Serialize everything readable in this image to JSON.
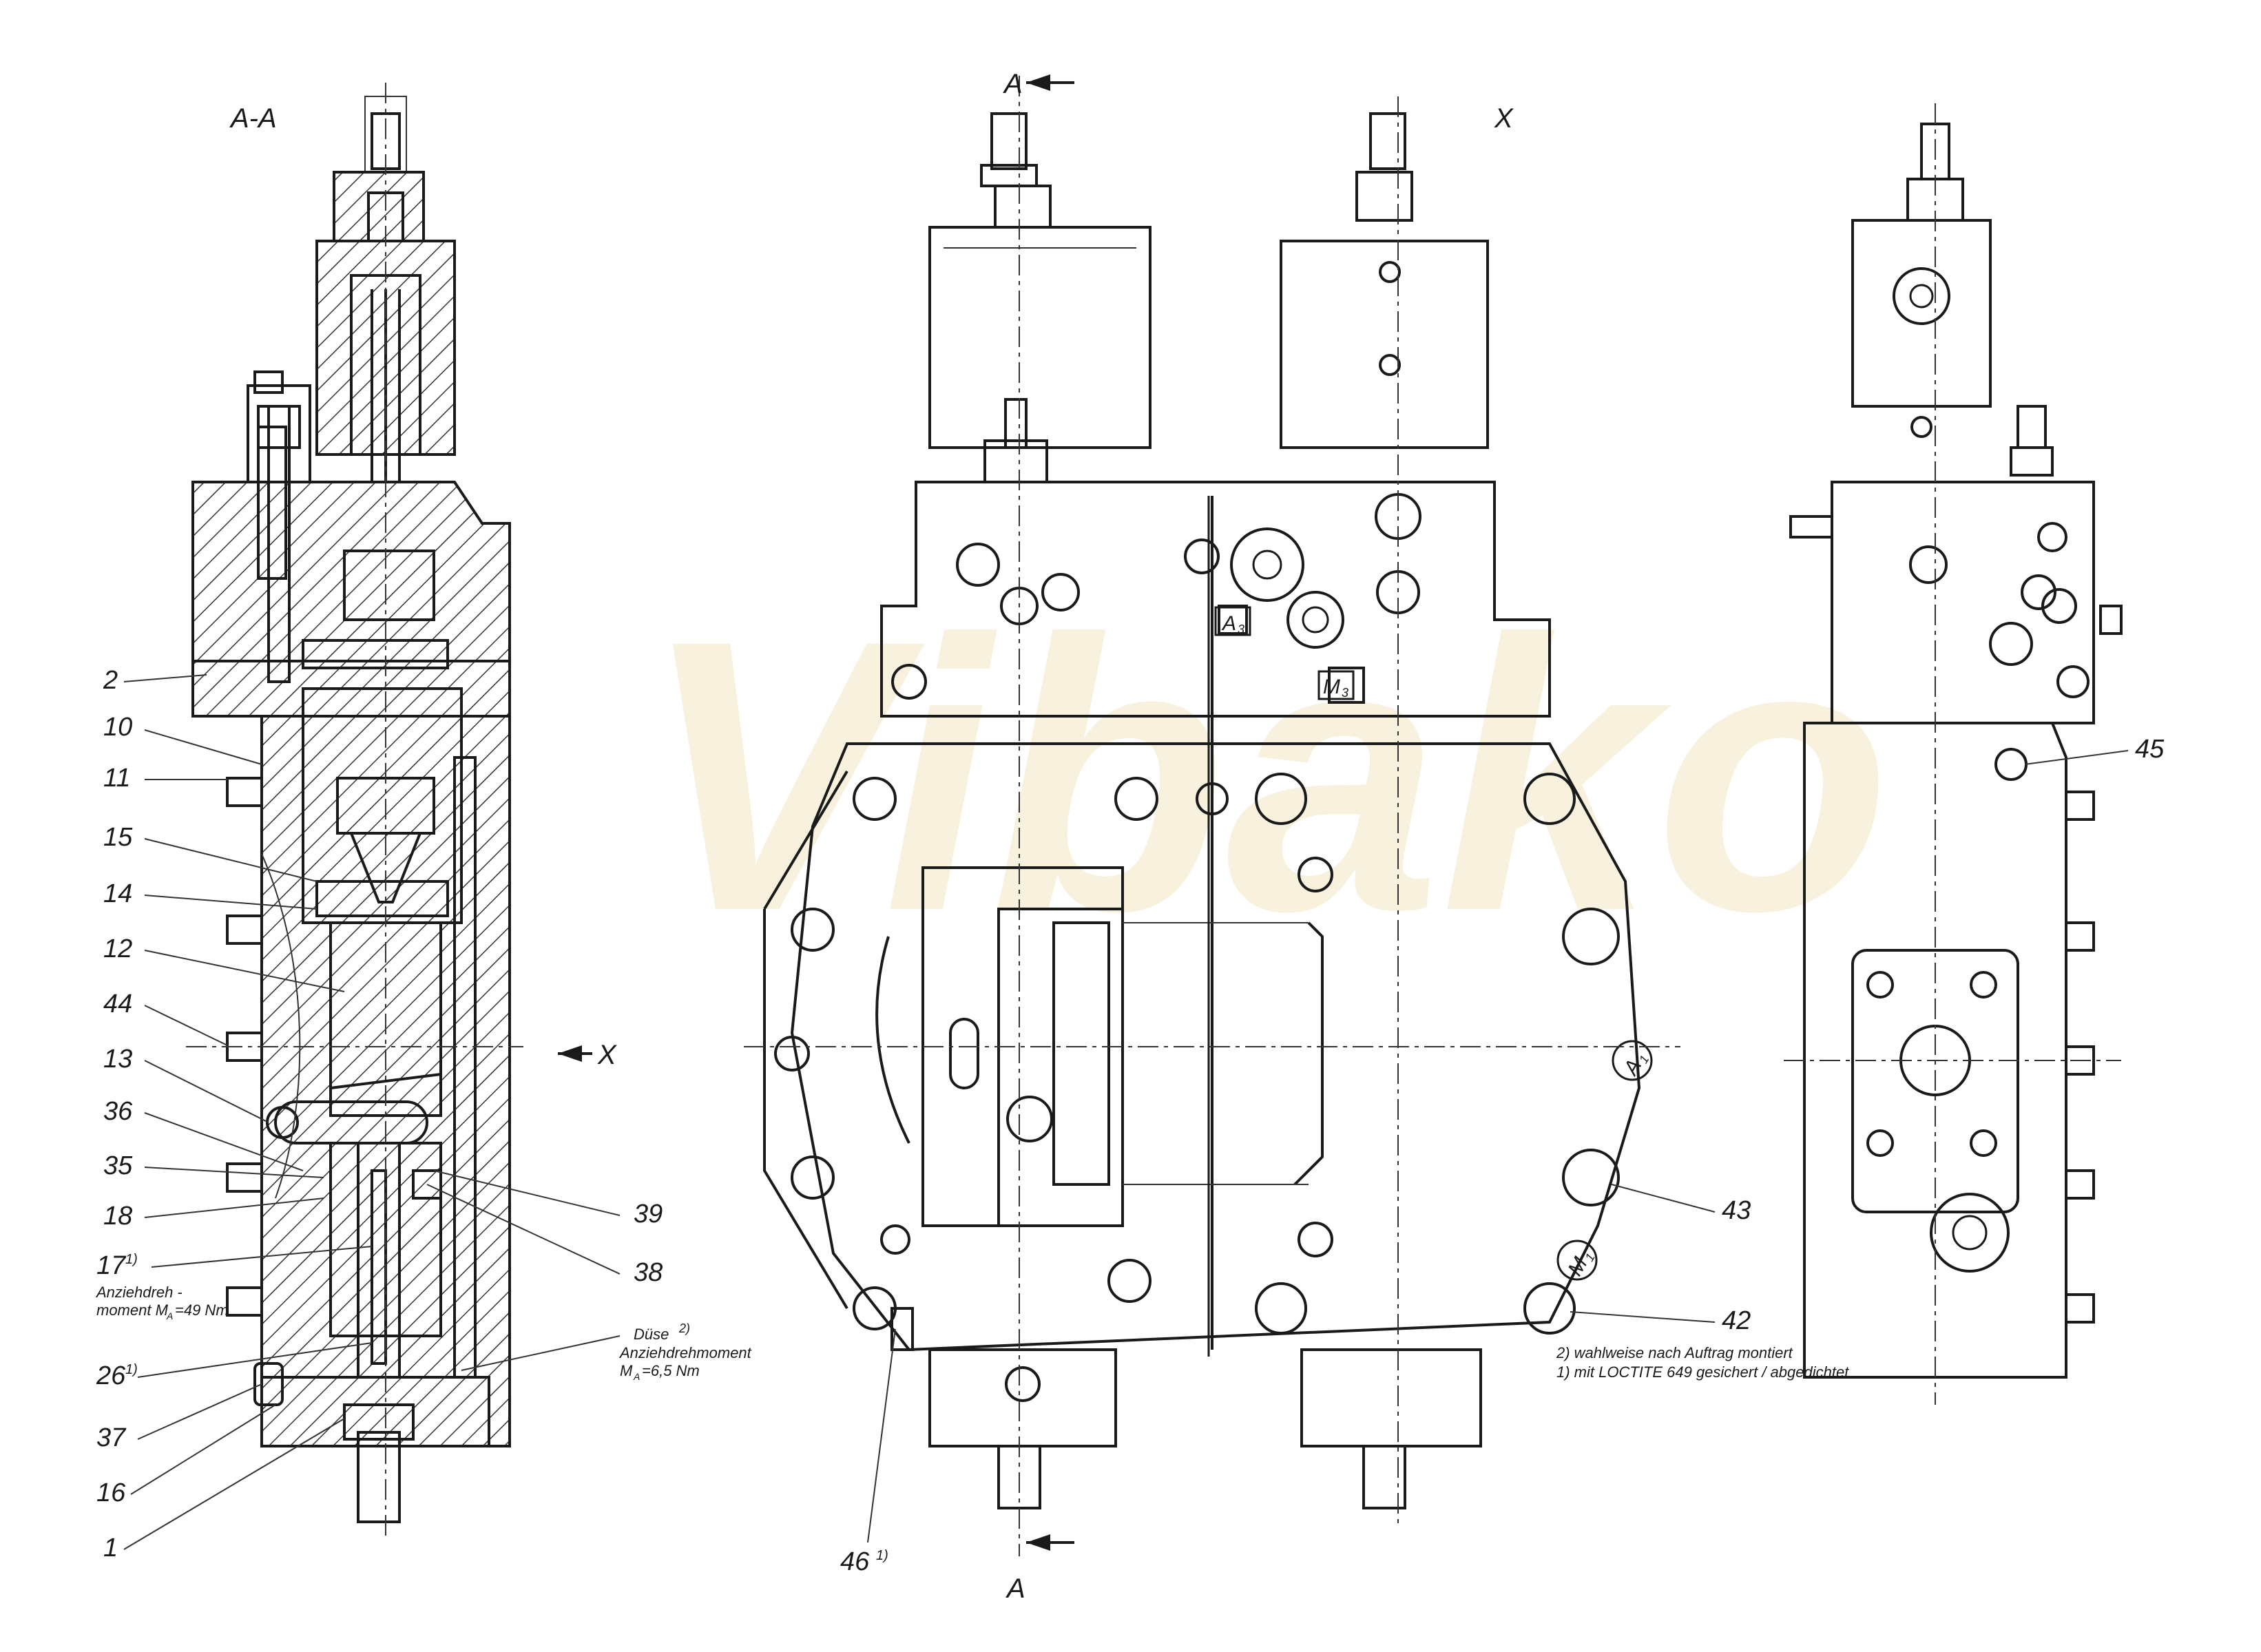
{
  "views": {
    "section_title": "A-A",
    "side_view_title": "X",
    "section_marker_letter": "A",
    "arrow_label": "X"
  },
  "watermark": "Vibako",
  "part_numbers": [
    "2",
    "10",
    "11",
    "15",
    "14",
    "12",
    "44",
    "13",
    "36",
    "35",
    "18",
    "17",
    "26",
    "37",
    "16",
    "1",
    "39",
    "38",
    "45",
    "43",
    "42",
    "46"
  ],
  "superscripts": {
    "17": "1)",
    "26": "1)",
    "46": "1)",
    "duese": "2)"
  },
  "ports": {
    "a3": "A",
    "a3_sub": "3",
    "m3": "M",
    "m3_sub": "3",
    "a1": "A",
    "a1_sub": "1",
    "m1": "M",
    "m1_sub": "1"
  },
  "notes": {
    "torque_17_line1": "Anziehdreh -",
    "torque_17_line2": "moment M",
    "torque_17_sub": "A",
    "torque_17_value": "=49 Nm",
    "duese_title": "Düse",
    "duese_line2": "Anziehdrehmoment",
    "duese_line3": "M",
    "duese_sub": "A",
    "duese_value": "=6,5 Nm",
    "footnote_2": "2) wahlweise nach Auftrag montiert",
    "footnote_1": "1) mit LOCTITE 649 gesichert / abgedichtet"
  },
  "colors": {
    "line": "#1a1a1a",
    "watermark": "#f1e7c4",
    "background": "#ffffff"
  }
}
